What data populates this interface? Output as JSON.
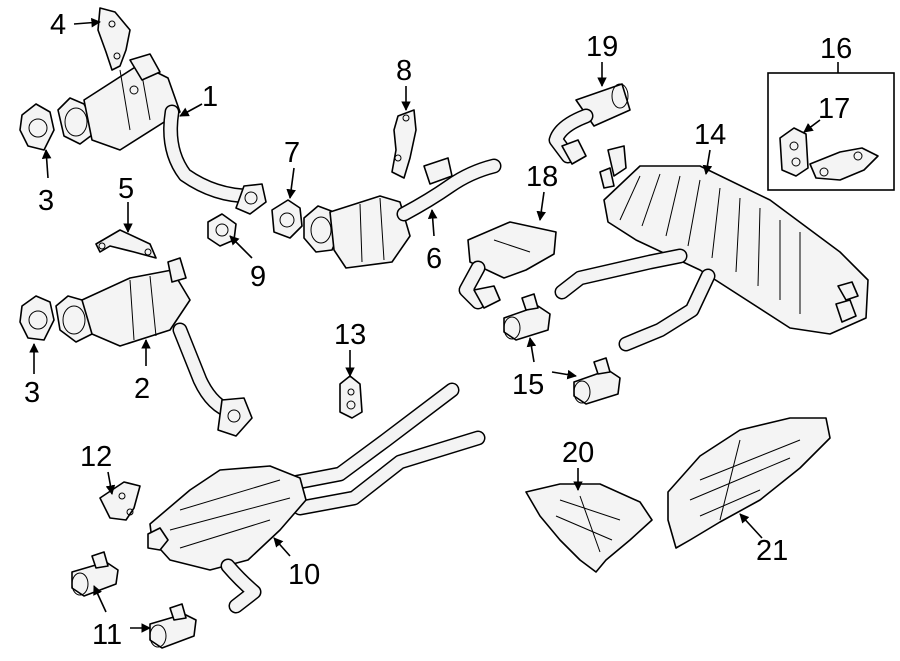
{
  "callouts": [
    {
      "id": "c1",
      "label": "1"
    },
    {
      "id": "c2",
      "label": "2"
    },
    {
      "id": "c3a",
      "label": "3"
    },
    {
      "id": "c3b",
      "label": "3"
    },
    {
      "id": "c4",
      "label": "4"
    },
    {
      "id": "c5",
      "label": "5"
    },
    {
      "id": "c6",
      "label": "6"
    },
    {
      "id": "c7",
      "label": "7"
    },
    {
      "id": "c8",
      "label": "8"
    },
    {
      "id": "c9",
      "label": "9"
    },
    {
      "id": "c10",
      "label": "10"
    },
    {
      "id": "c11",
      "label": "11"
    },
    {
      "id": "c12",
      "label": "12"
    },
    {
      "id": "c13",
      "label": "13"
    },
    {
      "id": "c14",
      "label": "14"
    },
    {
      "id": "c15",
      "label": "15"
    },
    {
      "id": "c16",
      "label": "16"
    },
    {
      "id": "c17",
      "label": "17"
    },
    {
      "id": "c18",
      "label": "18"
    },
    {
      "id": "c19",
      "label": "19"
    },
    {
      "id": "c20",
      "label": "20"
    },
    {
      "id": "c21",
      "label": "21"
    }
  ]
}
